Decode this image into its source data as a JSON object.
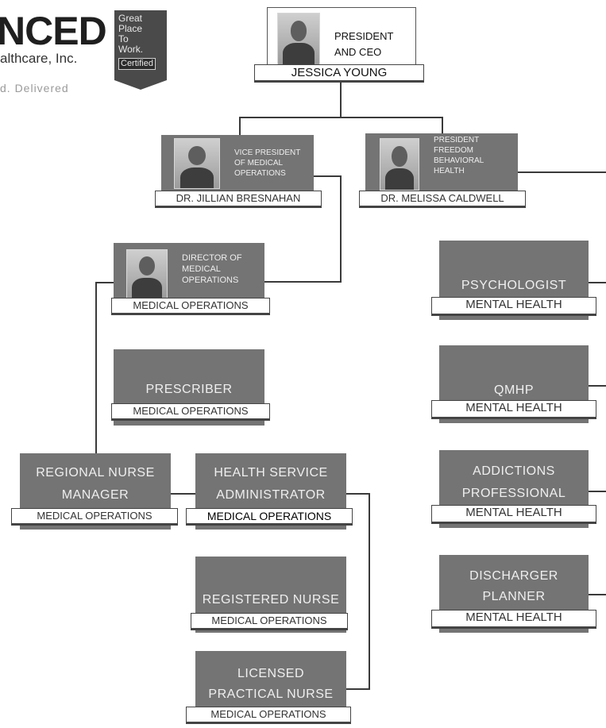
{
  "logo": {
    "wordmark": "NCED",
    "company": "althcare, Inc.",
    "tagline": "d. Delivered",
    "badge": {
      "lines": [
        "Great",
        "Place",
        "To",
        "Work."
      ],
      "certified": "Certified"
    }
  },
  "chart": {
    "ceo": {
      "title": "PRESIDENT AND CEO",
      "name": "JESSICA YOUNG"
    },
    "vp_medical": {
      "title": "VICE PRESIDENT OF MEDICAL OPERATIONS",
      "name": "DR. JILLIAN BRESNAHAN"
    },
    "president_freedom": {
      "title": "PRESIDENT FREEDOM BEHAVIORAL HEALTH",
      "name": "DR. MELISSA CALDWELL"
    },
    "director_medical": {
      "title": "DIRECTOR OF MEDICAL OPERATIONS",
      "dept": "MEDICAL OPERATIONS"
    },
    "prescriber": {
      "role": "PRESCRIBER",
      "dept": "MEDICAL OPERATIONS"
    },
    "regional_nurse": {
      "role_line1": "REGIONAL NURSE",
      "role_line2": "MANAGER",
      "dept": "MEDICAL OPERATIONS"
    },
    "hsa": {
      "role_line1": "HEALTH SERVICE",
      "role_line2": "ADMINISTRATOR",
      "dept": "MEDICAL OPERATIONS"
    },
    "rn": {
      "role": "REGISTERED NURSE",
      "dept": "MEDICAL OPERATIONS"
    },
    "lpn": {
      "role_line1": "LICENSED",
      "role_line2": "PRACTICAL NURSE",
      "dept": "MEDICAL OPERATIONS"
    },
    "psychologist": {
      "role": "PSYCHOLOGIST",
      "dept": "MENTAL HEALTH"
    },
    "qmhp": {
      "role": "QMHP",
      "dept": "MENTAL HEALTH"
    },
    "addictions": {
      "role_line1": "ADDICTIONS",
      "role_line2": "PROFESSIONAL",
      "dept": "MENTAL HEALTH"
    },
    "discharge": {
      "role_line1": "DISCHARGER",
      "role_line2": "PLANNER",
      "dept": "MENTAL HEALTH"
    }
  }
}
